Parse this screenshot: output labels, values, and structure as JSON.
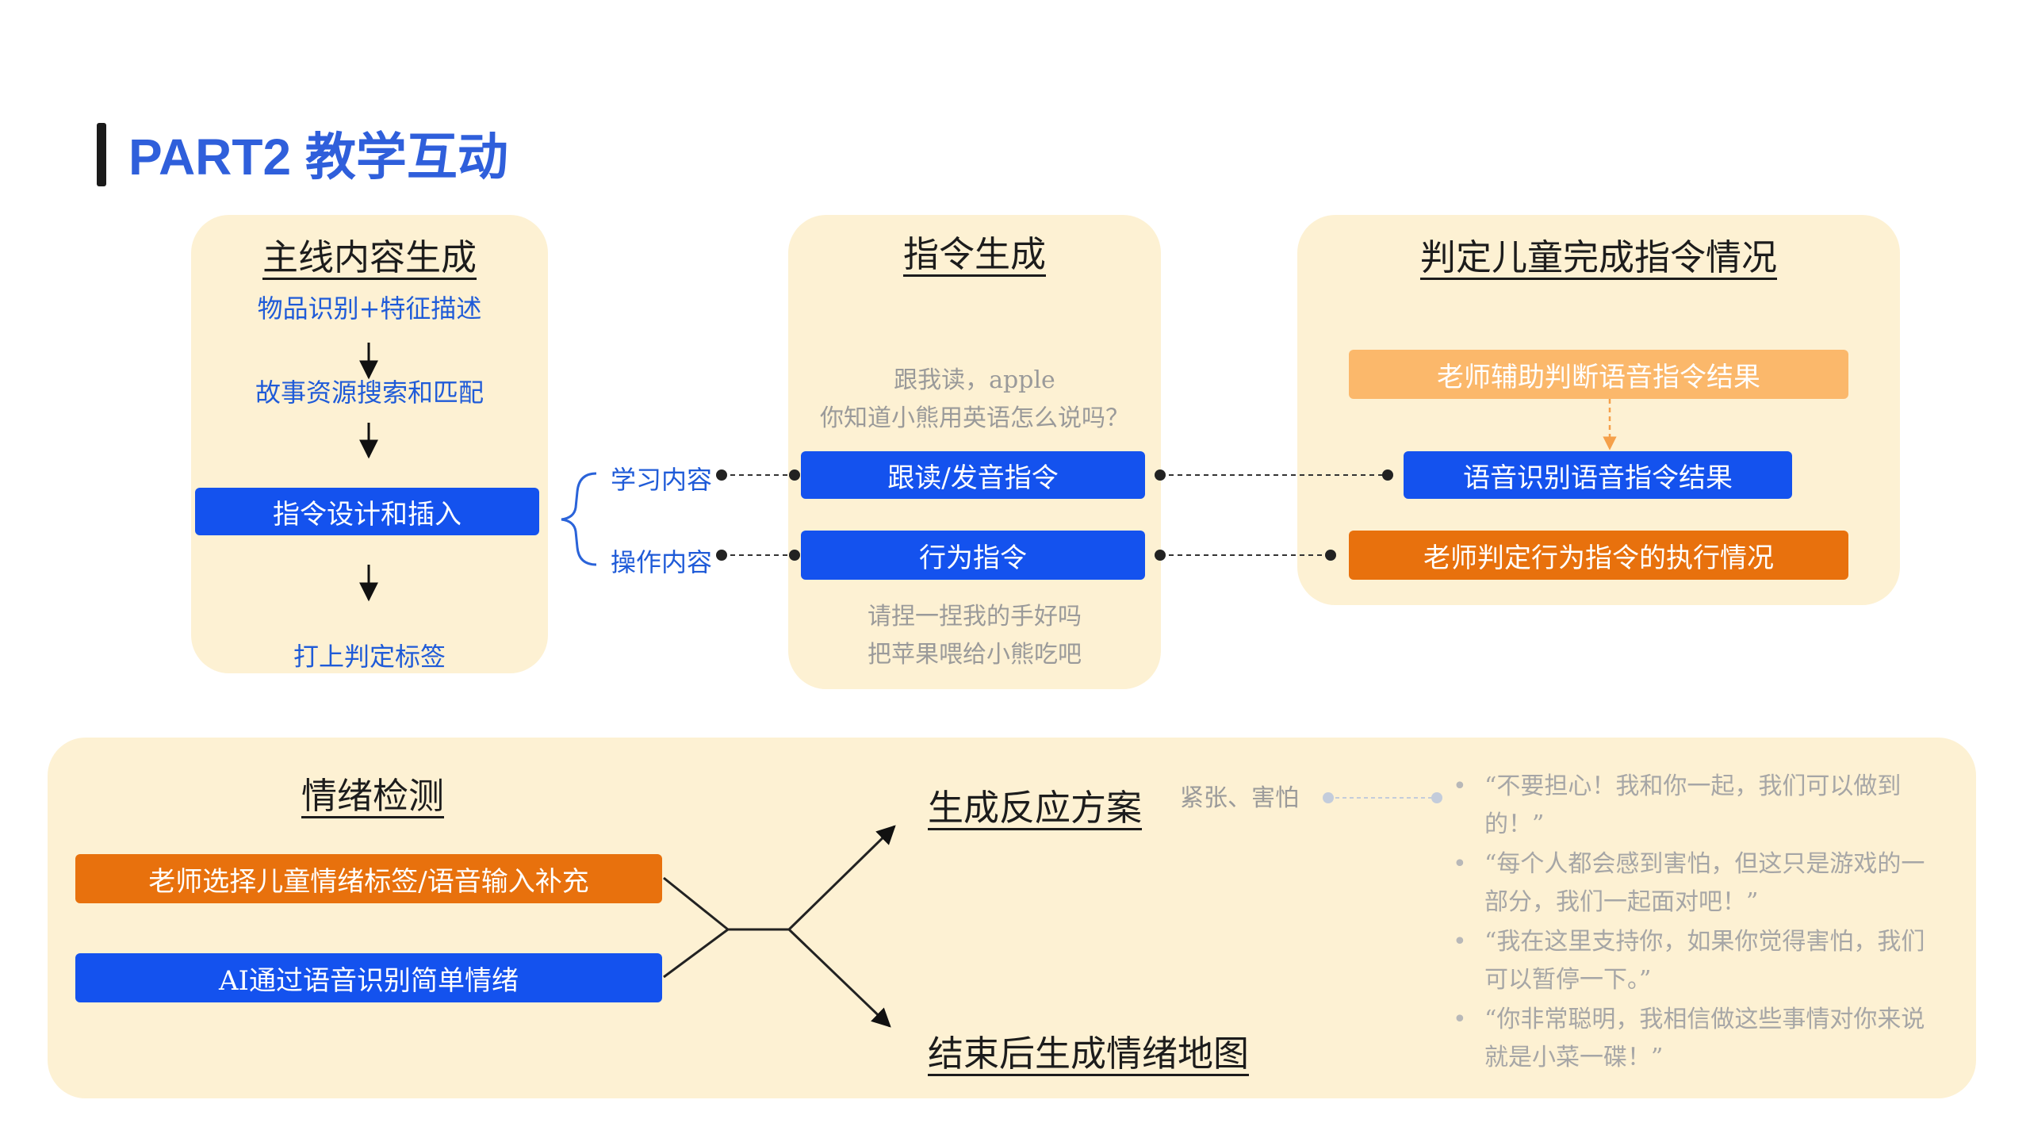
{
  "header": {
    "title": "PART2 教学互动"
  },
  "main_content": {
    "heading": "主线内容生成",
    "step1": "物品识别+特征描述",
    "step2": "故事资源搜索和匹配",
    "step3": "指令设计和插入",
    "step4": "打上判定标签"
  },
  "branches": {
    "learning": "学习内容",
    "operation": "操作内容"
  },
  "instruction": {
    "heading": "指令生成",
    "examples_top": [
      "跟我读，apple",
      "你知道小熊用英语怎么说吗？"
    ],
    "follow_read": "跟读/发音指令",
    "behavior": "行为指令",
    "examples_bottom": [
      "请捏一捏我的手好吗",
      "把苹果喂给小熊吃吧"
    ]
  },
  "judge": {
    "heading": "判定儿童完成指令情况",
    "teacher_assist": "老师辅助判断语音指令结果",
    "speech_result": "语音识别语音指令结果",
    "teacher_behavior": "老师判定行为指令的执行情况"
  },
  "emotion": {
    "heading": "情绪检测",
    "teacher_select": "老师选择儿童情绪标签/语音输入补充",
    "ai_detect": "AI通过语音识别简单情绪",
    "response_plan": "生成反应方案",
    "emotion_map": "结束后生成情绪地图",
    "tag": "紧张、害怕",
    "responses": [
      "“不要担心！我和你一起，我们可以做到的！”",
      "“每个人都会感到害怕，但这只是游戏的一部分，我们一起面对吧！”",
      "“我在这里支持你，如果你觉得害怕，我们可以暂停一下。”",
      "“你非常聪明，我相信做这些事情对你来说就是小菜一碟！”"
    ]
  },
  "colors": {
    "title_blue": "#2f5fdb",
    "box_blue": "#1452ee",
    "box_orange": "#e8710d",
    "box_light_orange": "#fbb86b",
    "panel": "#fdf1d3"
  }
}
